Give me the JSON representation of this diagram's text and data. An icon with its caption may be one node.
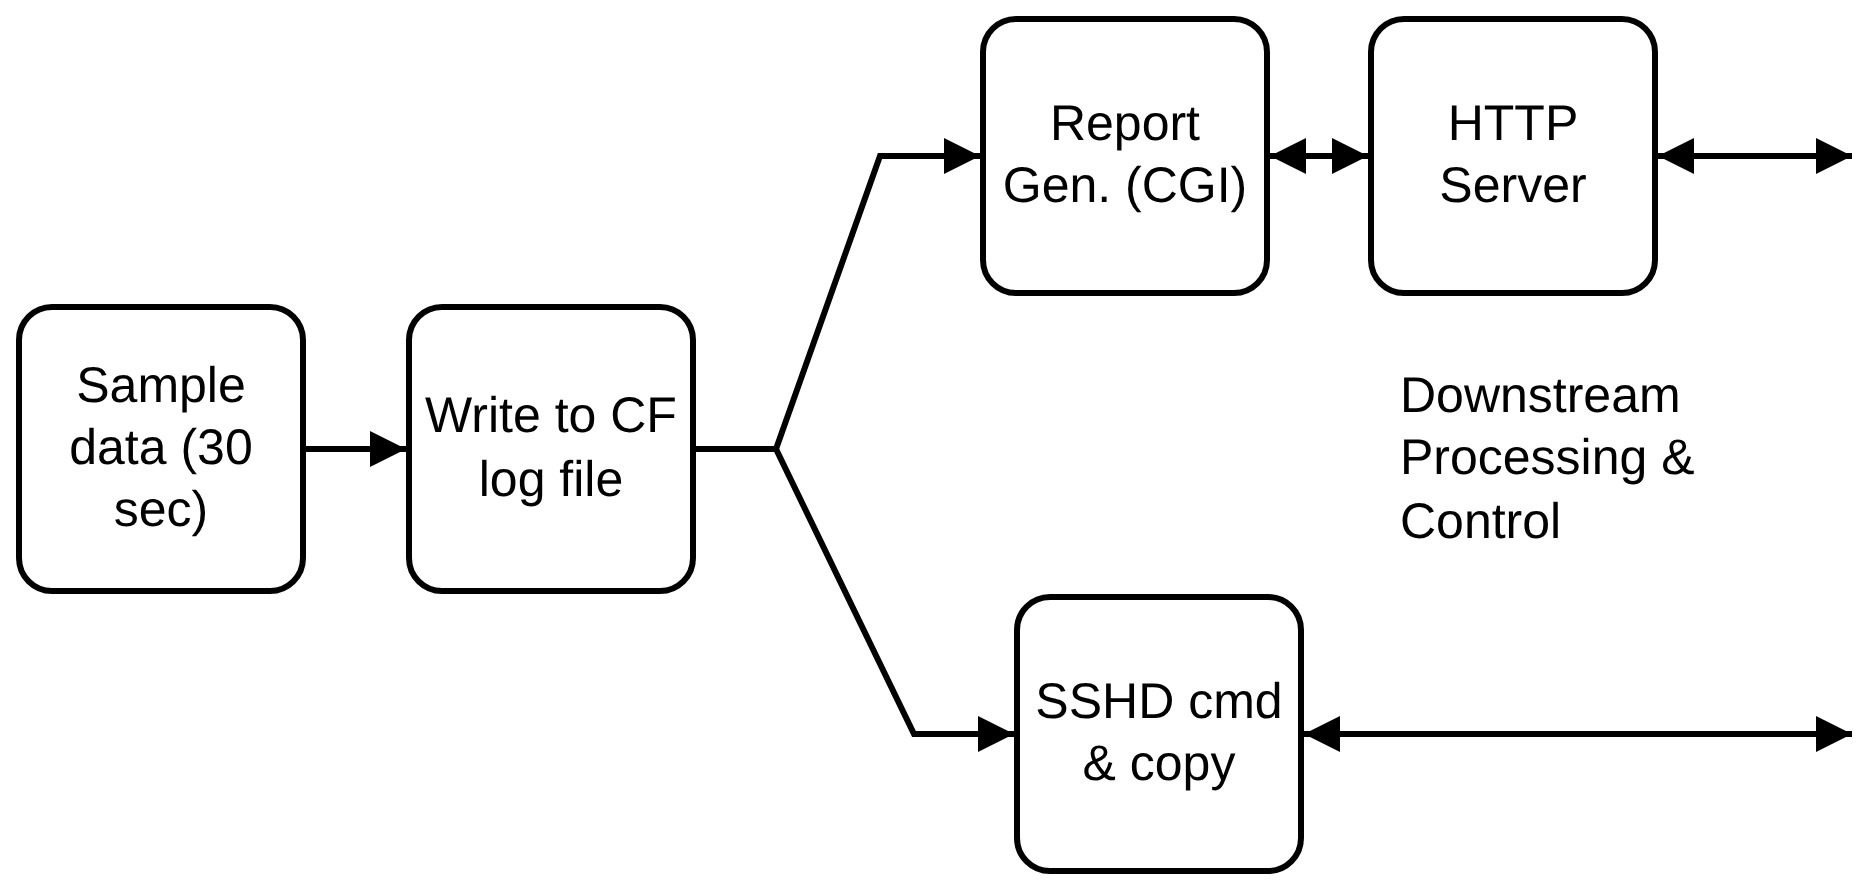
{
  "diagram": {
    "nodes": [
      {
        "text": [
          "Sample data (30 sec)"
        ]
      },
      {
        "text": [
          "Write to CF log file"
        ]
      },
      {
        "text": [
          "Report Gen. (CGI)"
        ]
      },
      {
        "text": [
          "HTTP Server"
        ]
      },
      {
        "text": [
          "SSHD cmd & copy"
        ]
      }
    ],
    "edges": [
      {
        "from": 0,
        "to": 1,
        "arrow": "to"
      },
      {
        "from": 1,
        "to": 2,
        "arrow": "to"
      },
      {
        "from": 1,
        "to": 4,
        "arrow": "to"
      },
      {
        "from": 2,
        "to": 3,
        "arrow": "both"
      },
      {
        "from": 3,
        "to": null,
        "arrow": "both"
      },
      {
        "from": 4,
        "to": null,
        "arrow": "both"
      }
    ],
    "labels": [
      "Downstream Processing & Control"
    ]
  }
}
